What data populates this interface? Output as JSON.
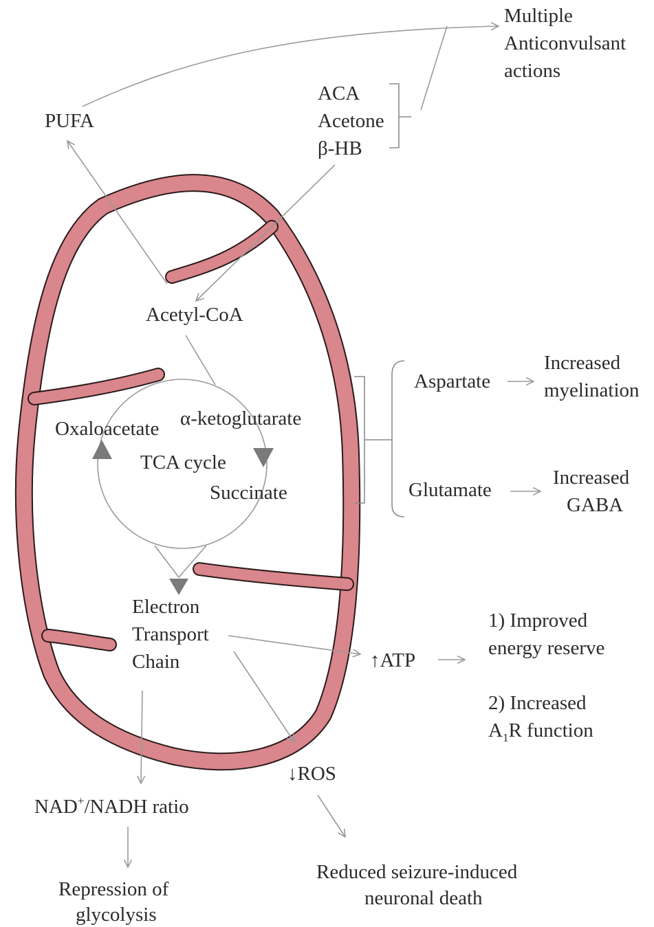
{
  "labels": {
    "multiple": "Multiple",
    "anticonvulsant": "Anticonvulsant",
    "actions": "actions",
    "pufa": "PUFA",
    "aca": "ACA",
    "acetone": "Acetone",
    "bhb": "β-HB",
    "acetyl_coa": "Acetyl-CoA",
    "oxaloacetate": "Oxaloacetate",
    "a_ketoglutarate": "α-ketoglutarate",
    "tca_cycle": "TCA cycle",
    "succinate": "Succinate",
    "aspartate": "Aspartate",
    "increased_1": "Increased",
    "myelination": "myelination",
    "glutamate": "Glutamate",
    "increased_2": "Increased",
    "gaba": "GABA",
    "electron": "Electron",
    "transport": "Transport",
    "chain": "Chain",
    "atp": "↑ATP",
    "improved": "1) Improved",
    "energy_reserve": "energy reserve",
    "increased_3": "2) Increased",
    "a1r_a": "A",
    "a1r_sub": "1",
    "a1r_b": "R function",
    "ros": "↓ROS",
    "nad_a": "NAD",
    "nad_sup": "+",
    "nad_b": "/NADH ratio",
    "repression": "Repression of",
    "glycolysis": "glycolysis",
    "reduced": "Reduced seizure-induced",
    "neuronal_death": "neuronal death"
  },
  "colors": {
    "membrane_fill": "#d9868c",
    "membrane_stroke": "#2a1a1a",
    "arrow": "#9a9a9a",
    "triangle": "#7a7a7a",
    "text": "#2b2b2b"
  }
}
